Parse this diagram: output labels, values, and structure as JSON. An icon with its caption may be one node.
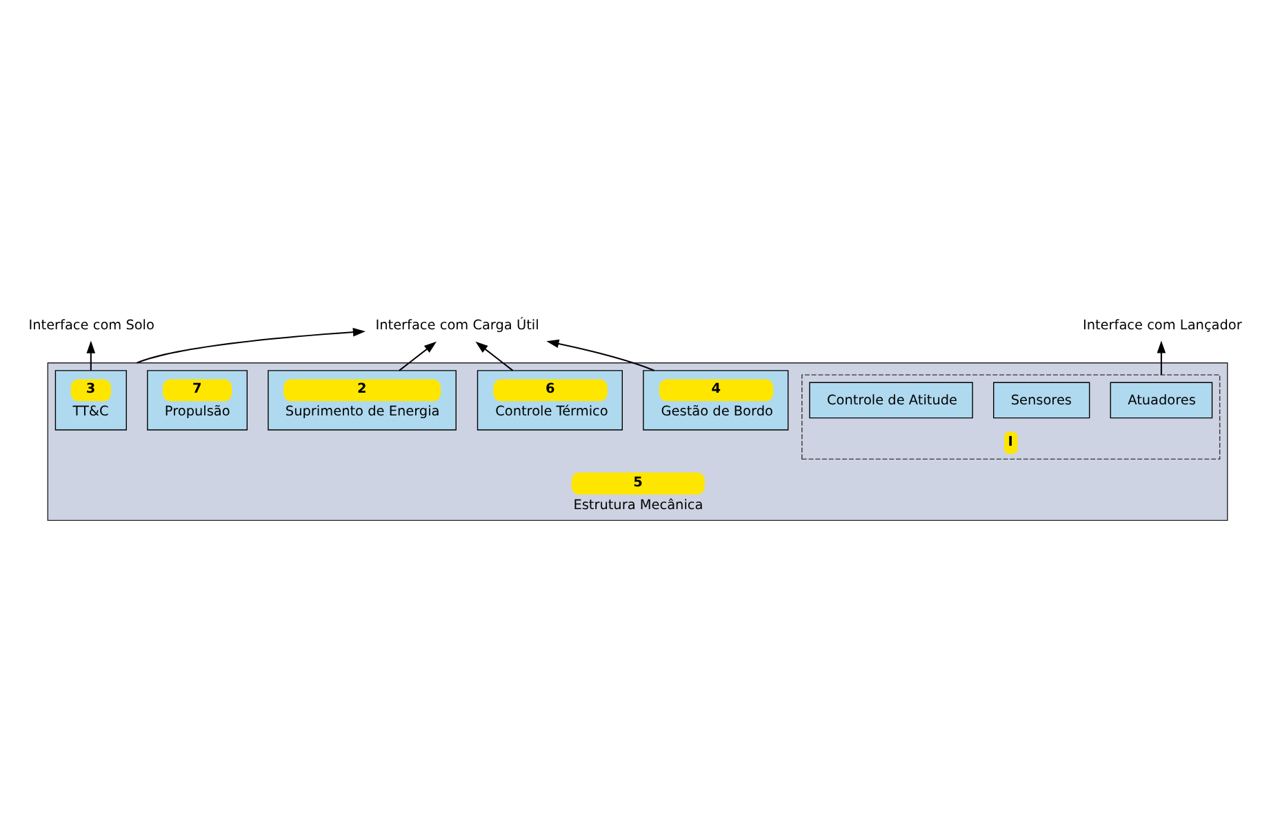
{
  "diagram": {
    "nodes": [
      {
        "text": [
          "Interface com Solo"
        ]
      },
      {
        "text": [
          "Interface com Lançador"
        ]
      },
      {
        "text": [
          "Interface com Carga Útil"
        ]
      },
      {
        "text": [
          "5",
          "Estrutura Mecânica"
        ]
      },
      {
        "text": [
          "3",
          "TT&C"
        ],
        "in": 3
      },
      {
        "text": [
          "I"
        ],
        "in": 3
      },
      {
        "text": [
          "Atuadores"
        ],
        "in": 5
      },
      {
        "text": [
          "Sensores"
        ],
        "in": 5
      },
      {
        "text": [
          "Controle de Atitude"
        ],
        "in": 5
      },
      {
        "text": [
          "4",
          "Gestão de Bordo"
        ],
        "in": 3
      },
      {
        "text": [
          "6",
          "Controle Térmico"
        ],
        "in": 3
      },
      {
        "text": [
          "7",
          "Propulsão"
        ],
        "in": 3
      },
      {
        "text": [
          "2",
          "Suprimento de Energia"
        ],
        "in": 3
      }
    ],
    "edges": [
      {
        "from": 4,
        "to": 0,
        "arrow": "to"
      },
      {
        "from": 5,
        "to": 1,
        "arrow": "to"
      },
      {
        "from": 3,
        "to": 2,
        "arrow": "to"
      },
      {
        "from": 9,
        "to": 2,
        "arrow": "to"
      },
      {
        "from": 12,
        "to": 2,
        "arrow": "to"
      },
      {
        "from": 10,
        "to": 2,
        "arrow": "to"
      }
    ]
  }
}
